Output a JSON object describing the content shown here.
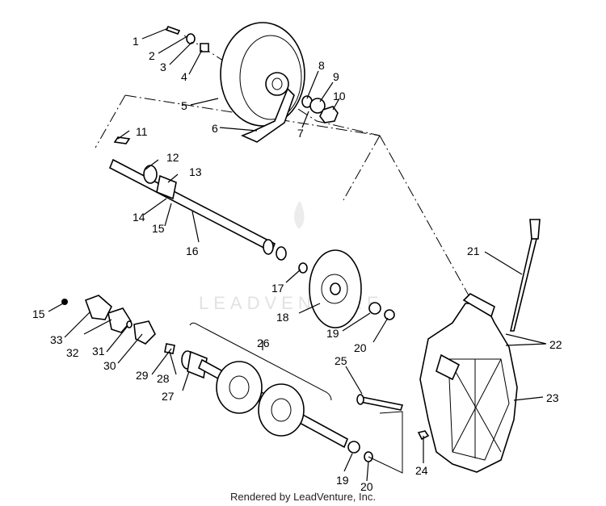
{
  "callouts": {
    "c1": "1",
    "c2": "2",
    "c3": "3",
    "c4": "4",
    "c5": "5",
    "c6": "6",
    "c7": "7",
    "c8": "8",
    "c9": "9",
    "c10": "10",
    "c11": "11",
    "c12": "12",
    "c13": "13",
    "c14": "14",
    "c15a": "15",
    "c15b": "15",
    "c16": "16",
    "c17": "17",
    "c18": "18",
    "c19a": "19",
    "c19b": "19",
    "c20a": "20",
    "c20b": "20",
    "c21": "21",
    "c22": "22",
    "c23": "23",
    "c24": "24",
    "c25": "25",
    "c26": "26",
    "c27": "27",
    "c28": "28",
    "c29": "29",
    "c30": "30",
    "c31": "31",
    "c32": "32",
    "c33": "33"
  },
  "watermark": "LEADVENTURE",
  "footer": {
    "credit": "Rendered by LeadVenture, Inc."
  }
}
